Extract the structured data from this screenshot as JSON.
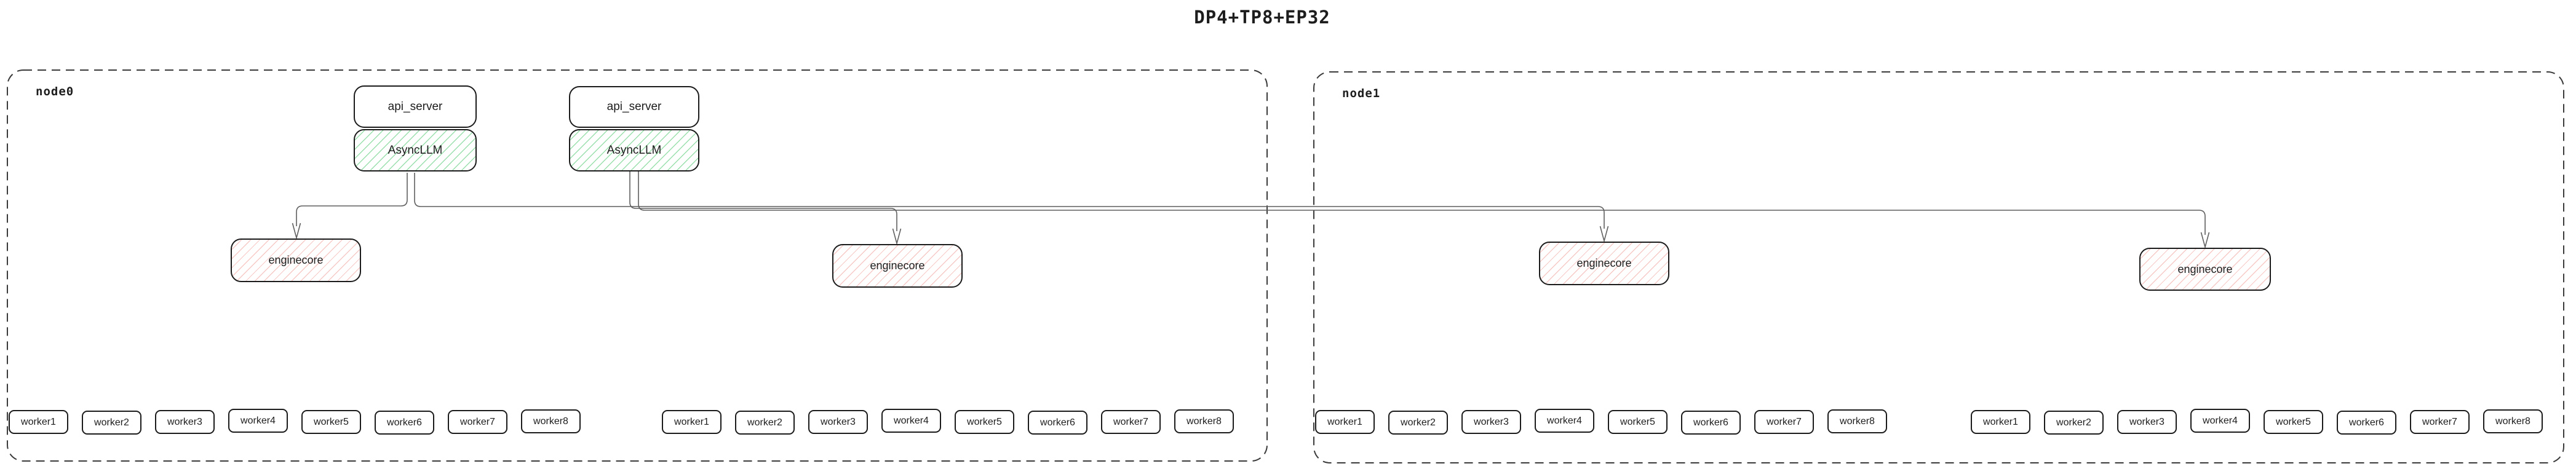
{
  "title": "DP4+TP8+EP32",
  "colors": {
    "edge": "#5f5f5f",
    "box_border": "#1b1b1b",
    "node_border": "#3a3a3a",
    "asyncllm_hatch_green": "#78d692",
    "enginecore_hatch_red": "#f0a6a0",
    "background": "#ffffff"
  },
  "node0": {
    "label": "node0",
    "api_groups": [
      {
        "api": "api_server",
        "llm": "AsyncLLM"
      },
      {
        "api": "api_server",
        "llm": "AsyncLLM"
      }
    ],
    "enginecores": [
      "enginecore",
      "enginecore"
    ],
    "worker_groups": [
      [
        "worker1",
        "worker2",
        "worker3",
        "worker4",
        "worker5",
        "worker6",
        "worker7",
        "worker8"
      ],
      [
        "worker1",
        "worker2",
        "worker3",
        "worker4",
        "worker5",
        "worker6",
        "worker7",
        "worker8"
      ]
    ]
  },
  "node1": {
    "label": "node1",
    "enginecores": [
      "enginecore",
      "enginecore"
    ],
    "worker_groups": [
      [
        "worker1",
        "worker2",
        "worker3",
        "worker4",
        "worker5",
        "worker6",
        "worker7",
        "worker8"
      ],
      [
        "worker1",
        "worker2",
        "worker3",
        "worker4",
        "worker5",
        "worker6",
        "worker7",
        "worker8"
      ]
    ]
  }
}
